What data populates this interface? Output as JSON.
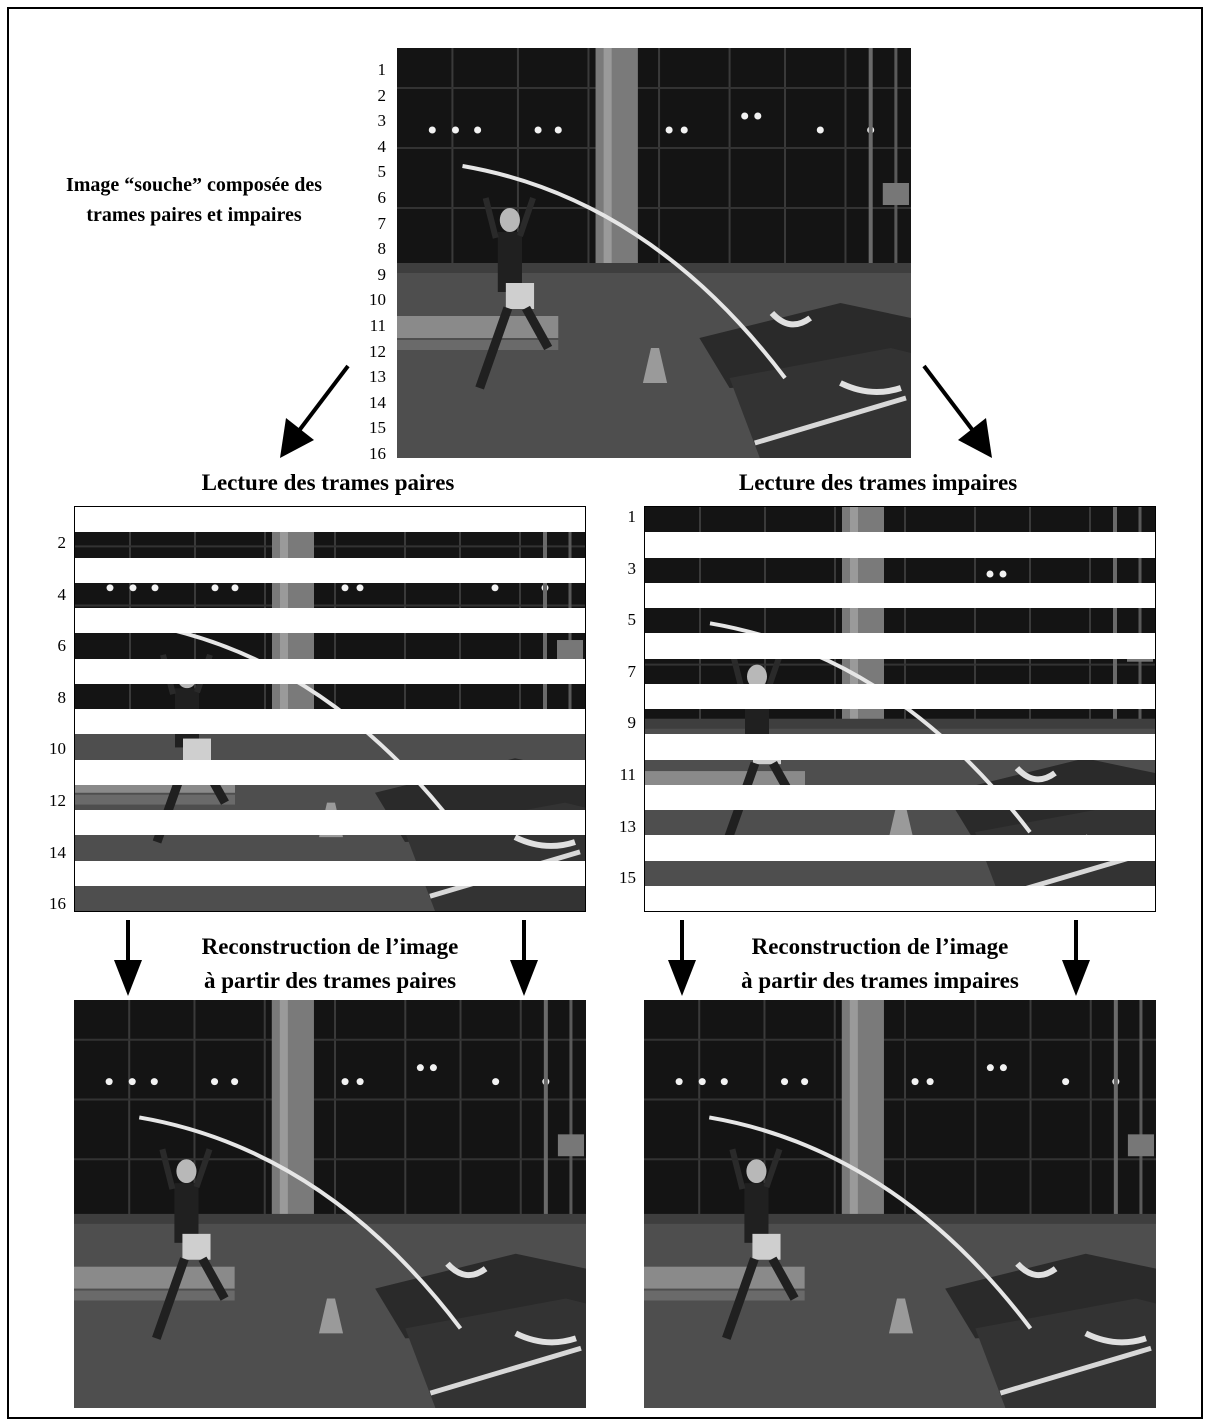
{
  "source": {
    "caption_line1": "Image “souche” composée des",
    "caption_line2": "trames paires et impaires",
    "line_numbers": [
      "1",
      "2",
      "3",
      "4",
      "5",
      "6",
      "7",
      "8",
      "9",
      "10",
      "11",
      "12",
      "13",
      "14",
      "15",
      "16"
    ]
  },
  "even": {
    "title": "Lecture des trames paires",
    "line_numbers": [
      "2",
      "4",
      "6",
      "8",
      "10",
      "12",
      "14",
      "16"
    ],
    "reconstruction_line1": "Reconstruction de l’image",
    "reconstruction_line2": "à partir des trames paires"
  },
  "odd": {
    "title": "Lecture des trames impaires",
    "line_numbers": [
      "1",
      "3",
      "5",
      "7",
      "9",
      "11",
      "13",
      "15"
    ],
    "reconstruction_line1": "Reconstruction de l’image",
    "reconstruction_line2": "à partir des trames impaires"
  },
  "colors": {
    "ink": "#000000",
    "background": "#ffffff",
    "photo_dark": "#1a1a1a",
    "photo_floor": "#555555"
  }
}
